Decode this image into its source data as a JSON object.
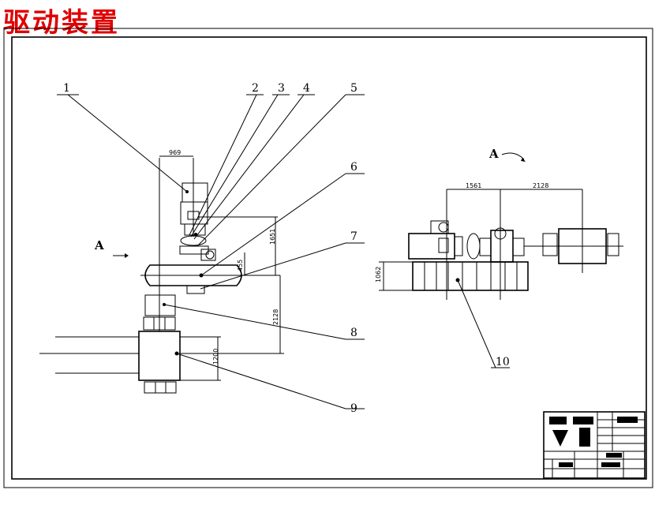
{
  "title": "驱动装置",
  "view_marks": {
    "left": "A",
    "right": "A"
  },
  "callouts": [
    "1",
    "2",
    "3",
    "4",
    "5",
    "6",
    "7",
    "8",
    "9",
    "10"
  ],
  "dimensions": {
    "d969": "969",
    "d1651": "1651",
    "d455": "455",
    "d2128_vertical": "2128",
    "d1200": "1200",
    "d1561": "1561",
    "d2128_horizontal": "2128",
    "d1062": "1062"
  },
  "colors": {
    "title": "#e00000",
    "lines": "#000000",
    "background": "#ffffff"
  }
}
